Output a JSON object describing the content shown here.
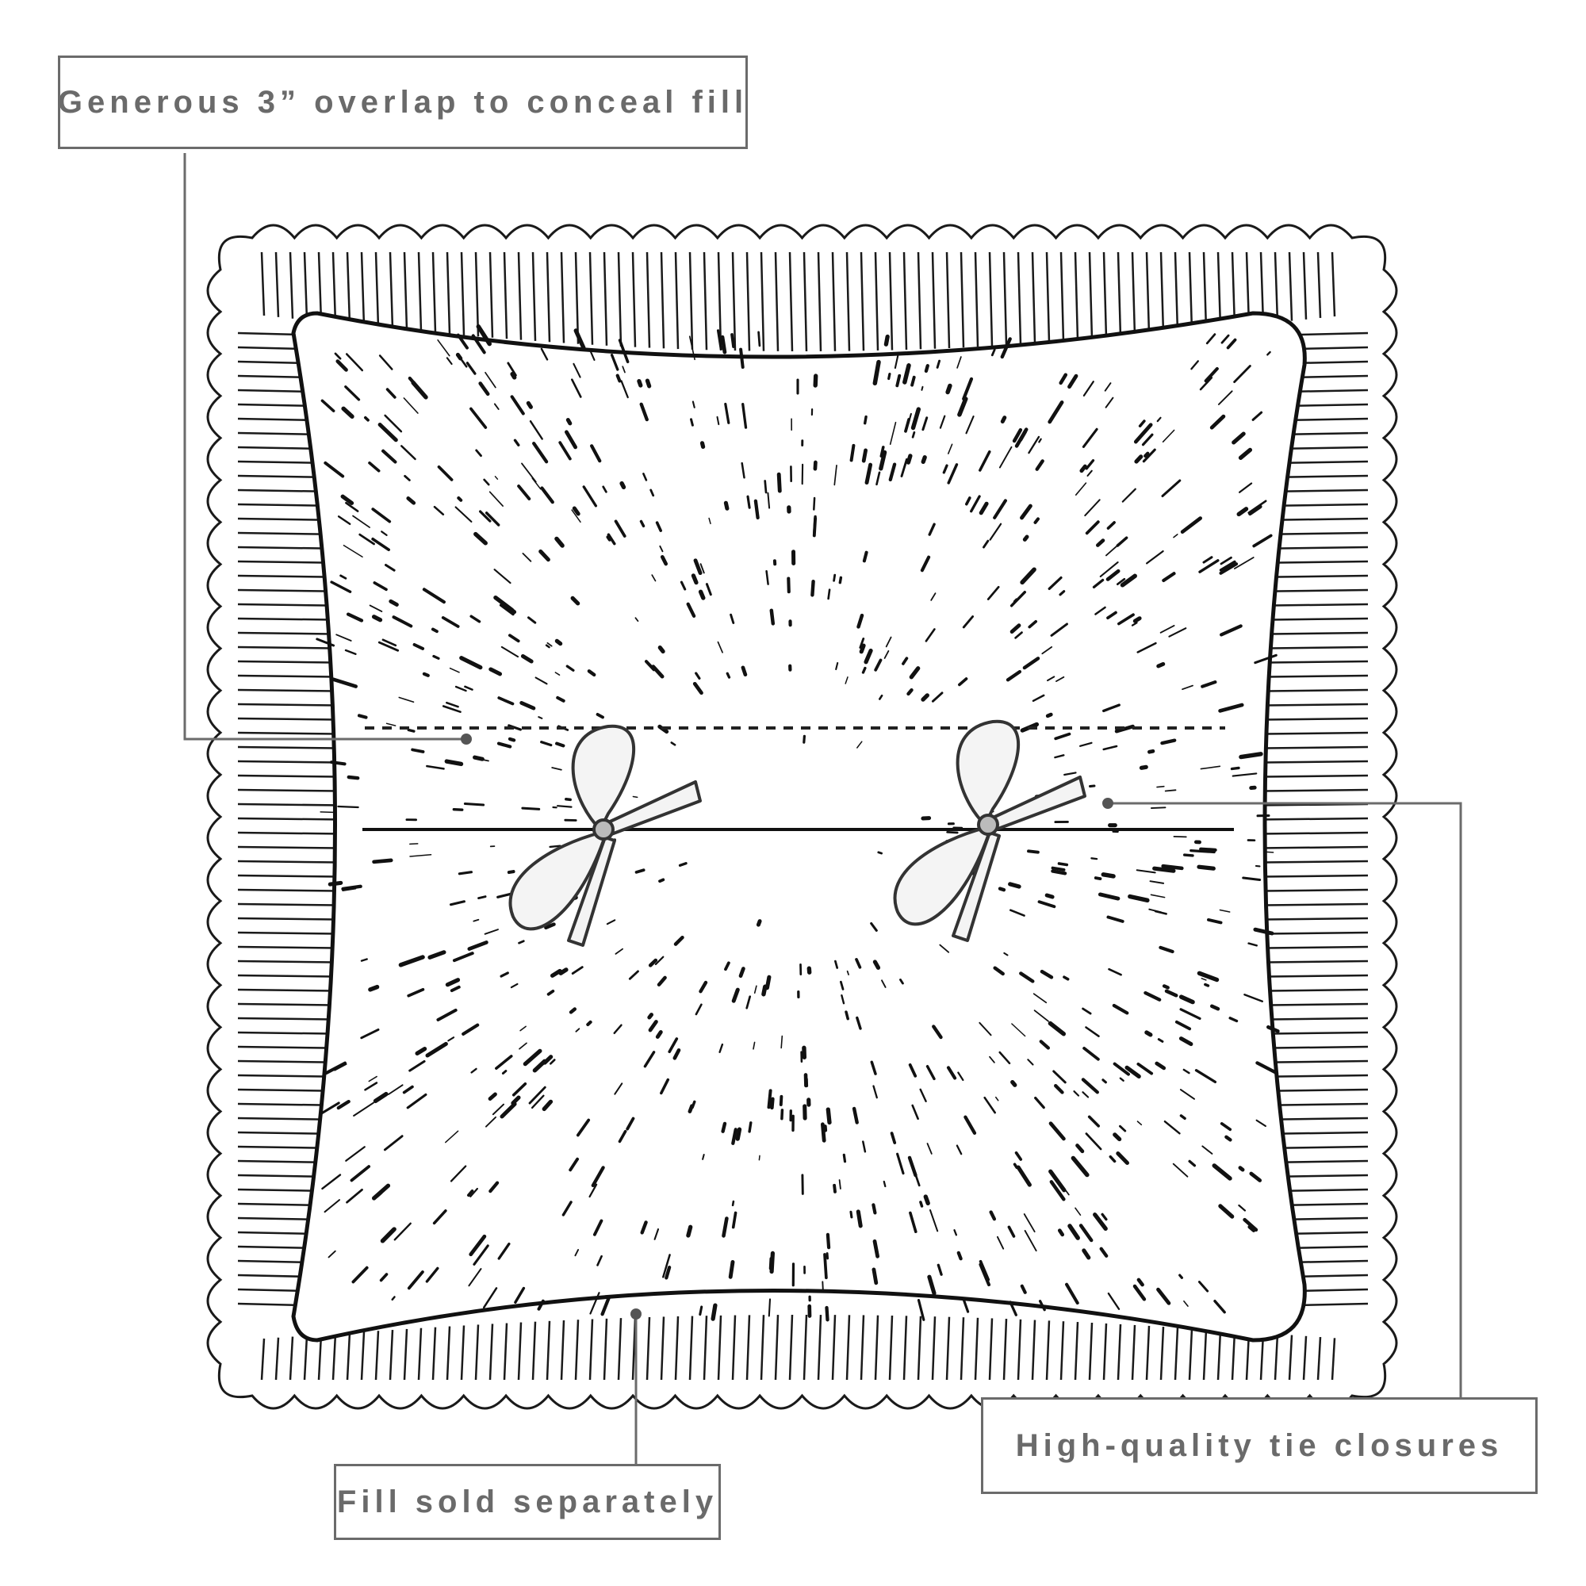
{
  "callouts": {
    "overlap": "Generous 3” overlap to conceal fill",
    "ties": "High-quality tie closures",
    "fill": "Fill sold separately"
  },
  "colors": {
    "line": "#1a1a1a",
    "callout": "#6b6b6b",
    "text": "#6a6a6a",
    "background": "#ffffff"
  },
  "icons": {
    "left_bow": "bow-tie-icon",
    "right_bow": "bow-tie-icon"
  }
}
